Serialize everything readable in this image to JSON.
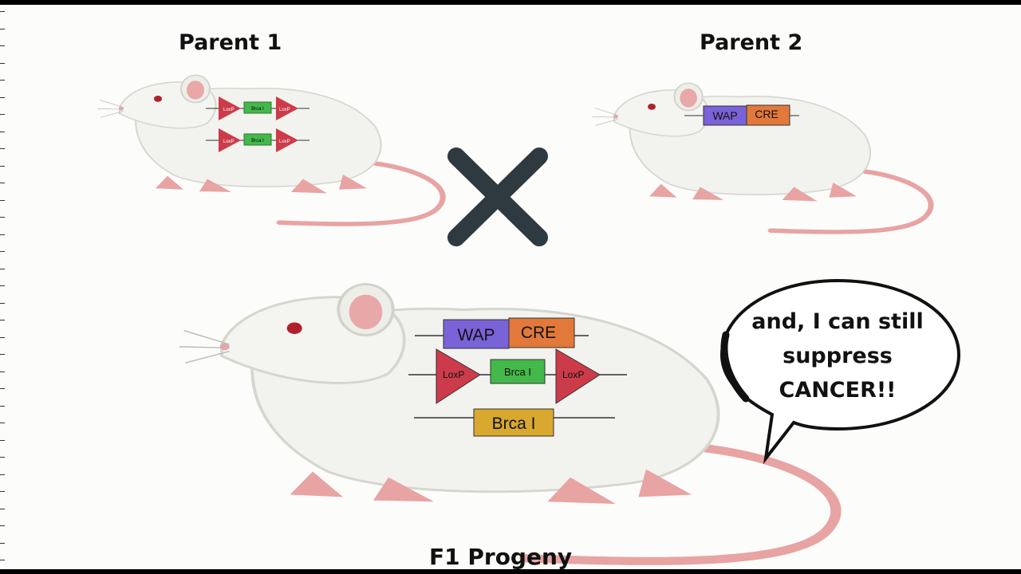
{
  "labels": {
    "parent1": "Parent 1",
    "parent2": "Parent 2",
    "progeny": "F1 Progeny"
  },
  "speech_bubble": {
    "line1": "and, I can still",
    "line2": "suppress",
    "line3": "CANCER!!"
  },
  "genes": {
    "loxp": "LoxP",
    "brca_flox": "Brca I",
    "brca": "Brca I",
    "wap": "WAP",
    "cre": "CRE"
  },
  "colors": {
    "loxp": "#cc3b4a",
    "brca_flox": "#44b84a",
    "brca": "#d9a82e",
    "wap": "#7a62d8",
    "cre": "#e2793a",
    "cross": "#2e3a3f",
    "tail": "#e8a3a3"
  }
}
